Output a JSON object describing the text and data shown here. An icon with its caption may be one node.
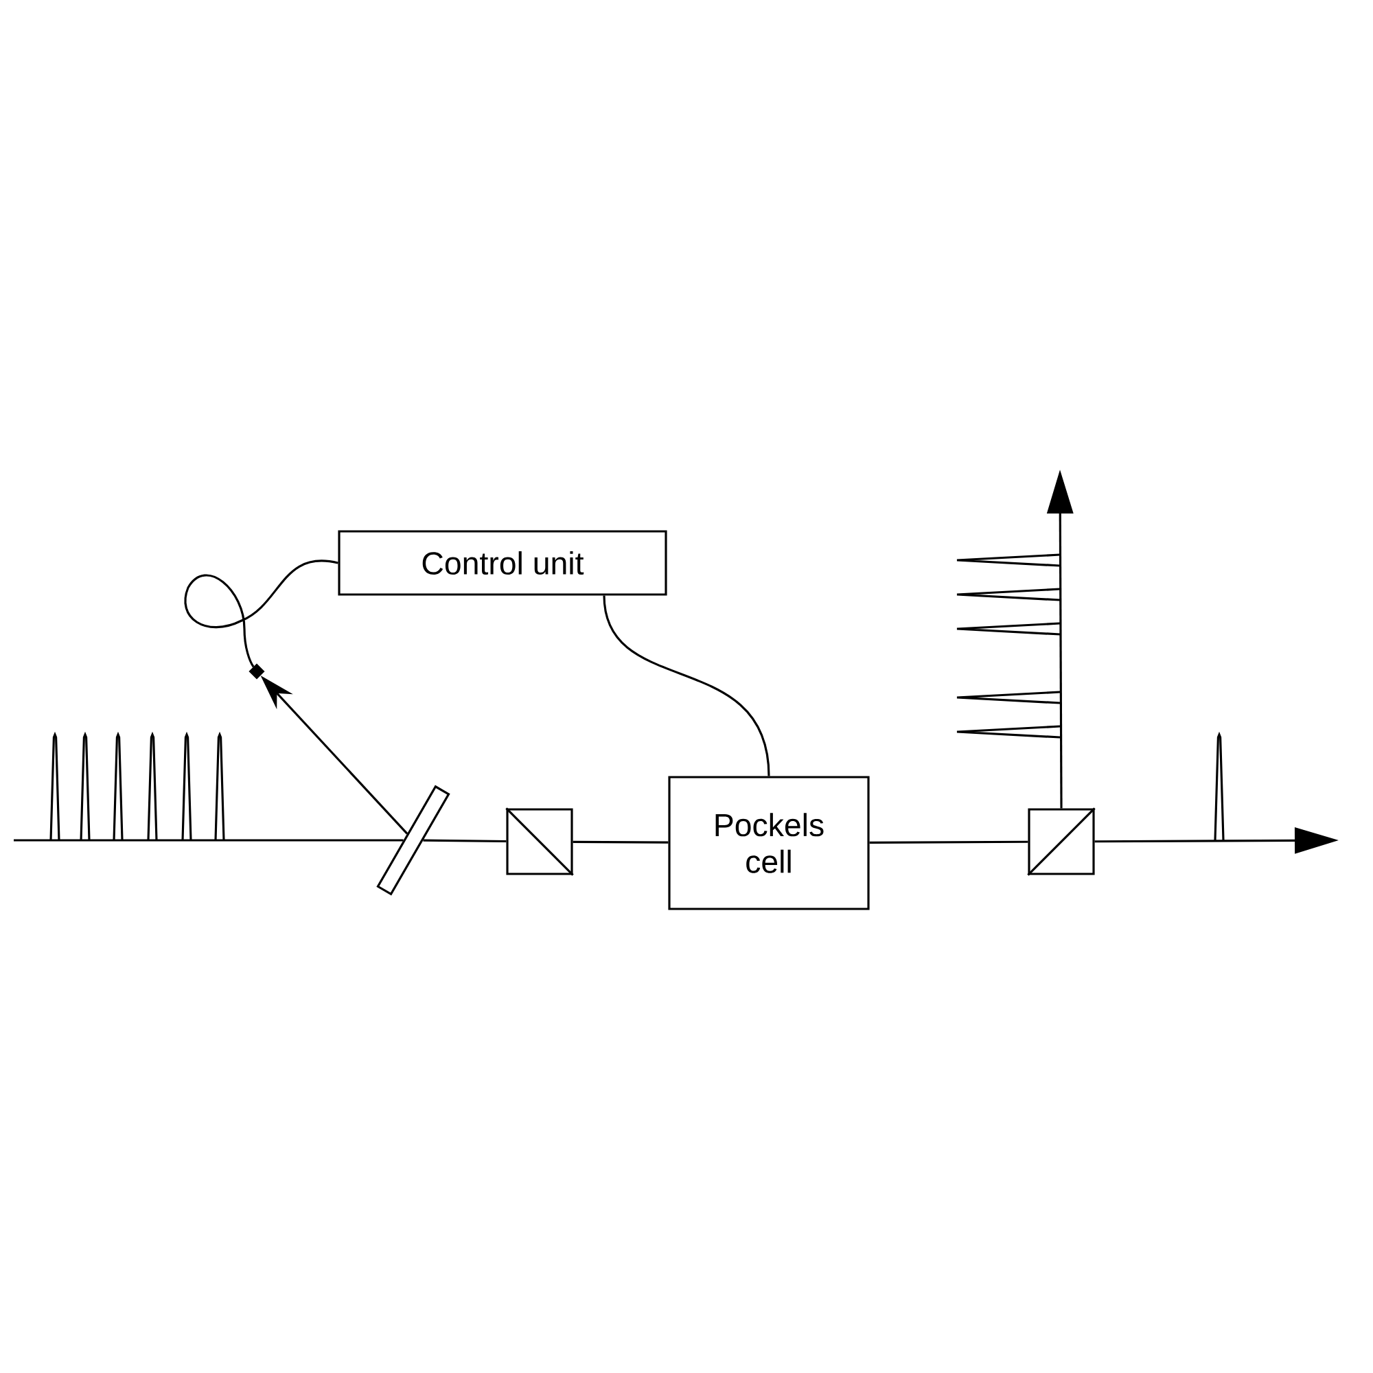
{
  "diagram": {
    "nodes": [
      {
        "text": [
          "Control unit"
        ]
      },
      {
        "text": [
          "Pockels cell"
        ]
      },
      {
        "text": [],
        "shape": "diamond"
      },
      {
        "text": [],
        "shape": "box"
      },
      {
        "text": [],
        "shape": "box"
      },
      {
        "text": [],
        "shape": "box"
      }
    ],
    "edges": [
      {
        "from": 0,
        "to": 2,
        "arrow": "none"
      },
      {
        "from": 0,
        "to": 1,
        "arrow": "none"
      },
      {
        "from": 3,
        "to": 2,
        "arrow": "to"
      },
      {
        "from": null,
        "to": 3,
        "arrow": "none"
      },
      {
        "from": 3,
        "to": 4,
        "arrow": "none"
      },
      {
        "from": 4,
        "to": 1,
        "arrow": "none"
      },
      {
        "from": 1,
        "to": 5,
        "arrow": "none"
      },
      {
        "from": 5,
        "to": null,
        "arrow": "to"
      },
      {
        "from": 5,
        "to": null,
        "arrow": "to"
      }
    ]
  }
}
